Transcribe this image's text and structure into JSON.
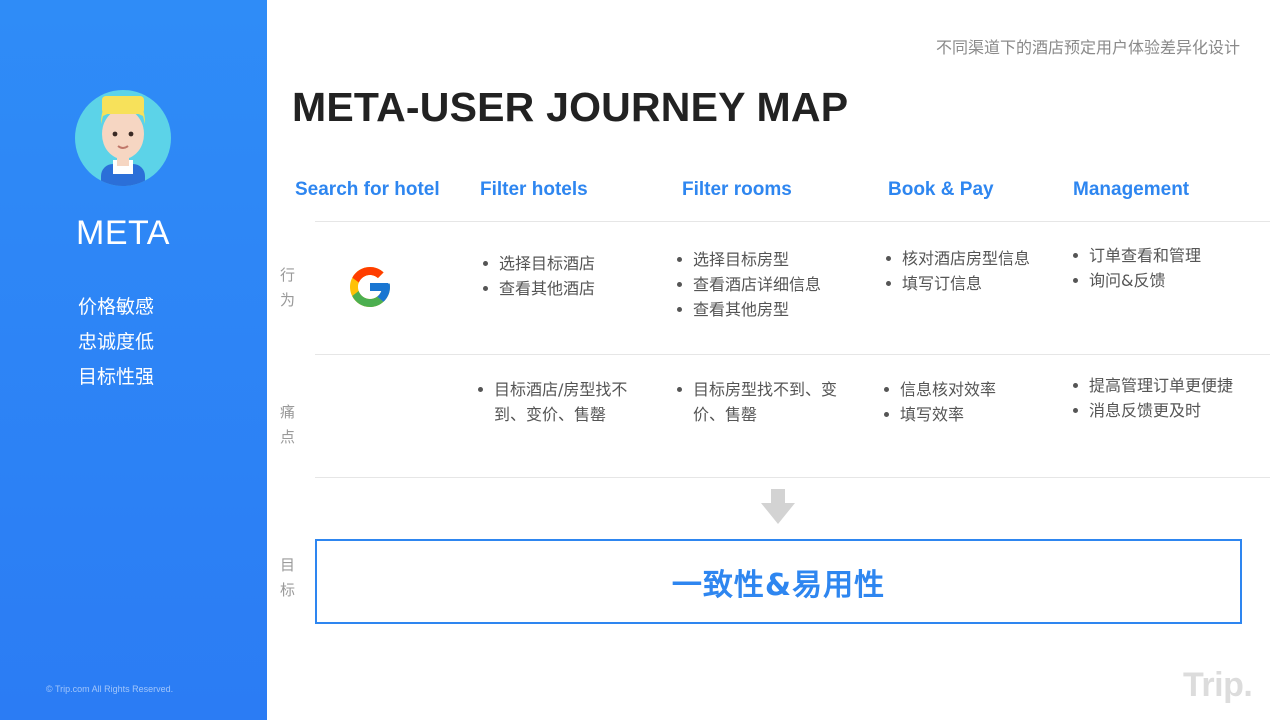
{
  "persona": {
    "name": "META",
    "traits": [
      "价格敏感",
      "忠诚度低",
      "目标性强"
    ],
    "copyright": "© Trip.com All Rights Reserved."
  },
  "header": {
    "subtitle": "不同渠道下的酒店预定用户体验差异化设计",
    "title": "META-USER JOURNEY MAP"
  },
  "stages": [
    "Search for hotel",
    "Filter hotels",
    "Filter rooms",
    "Book & Pay",
    "Management"
  ],
  "row_labels": {
    "behavior": [
      "行",
      "为"
    ],
    "pain": [
      "痛",
      "点"
    ],
    "goal": [
      "目",
      "标"
    ]
  },
  "behaviors": {
    "filter_hotels": [
      "选择目标酒店",
      "查看其他酒店"
    ],
    "filter_rooms": [
      "选择目标房型",
      "查看酒店详细信息",
      "查看其他房型"
    ],
    "book_pay": [
      "核对酒店房型信息",
      "填写订信息"
    ],
    "management": [
      "订单查看和管理",
      "询问&反馈"
    ]
  },
  "pain_points": {
    "filter_hotels": [
      "目标酒店/房型找不到、变价、售罄"
    ],
    "filter_rooms": [
      "目标房型找不到、变价、售罄"
    ],
    "book_pay": [
      "信息核对效率",
      "填写效率"
    ],
    "management": [
      "提高管理订单更便捷",
      "消息反馈更及时"
    ]
  },
  "goal": "一致性&易用性",
  "brand": "Trip.",
  "colors": {
    "accent": "#2e86f0",
    "sidebar": "#2f8cf7"
  },
  "icons": {
    "search_channel": "google-g-icon",
    "flow": "arrow-down-icon"
  }
}
